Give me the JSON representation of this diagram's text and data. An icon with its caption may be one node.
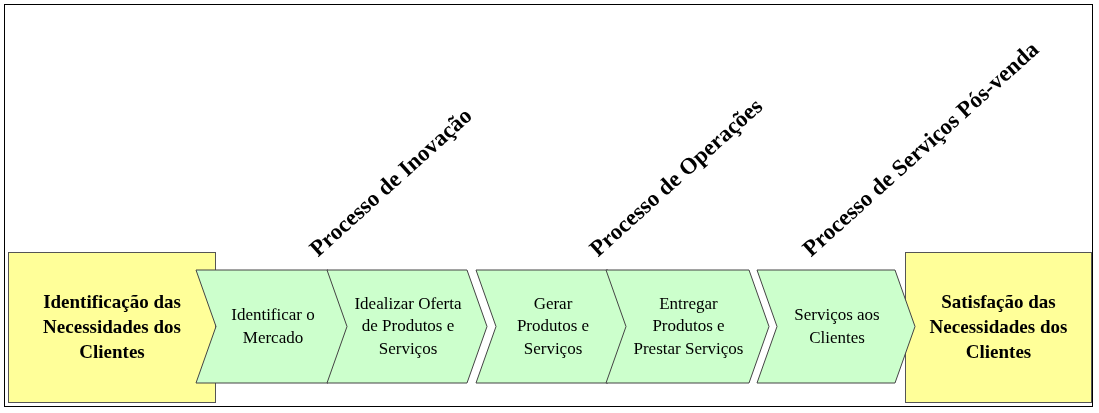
{
  "diagram": {
    "nodes": [
      {
        "text": [
          "Identificação das Necessidades dos Clientes"
        ]
      },
      {
        "text": [
          "Identificar o Mercado"
        ]
      },
      {
        "text": [
          "Idealizar Oferta de Produtos e Serviços"
        ]
      },
      {
        "text": [
          "Gerar Produtos e Serviços"
        ]
      },
      {
        "text": [
          "Entregar Produtos e Prestar Serviços"
        ]
      },
      {
        "text": [
          "Serviços aos Clientes"
        ]
      },
      {
        "text": [
          "Satisfação das Necessidades dos Clientes"
        ]
      }
    ],
    "labels": [
      "Processo de Inovação",
      "Processo de Operações",
      "Processo de Serviços Pós-venda"
    ]
  }
}
